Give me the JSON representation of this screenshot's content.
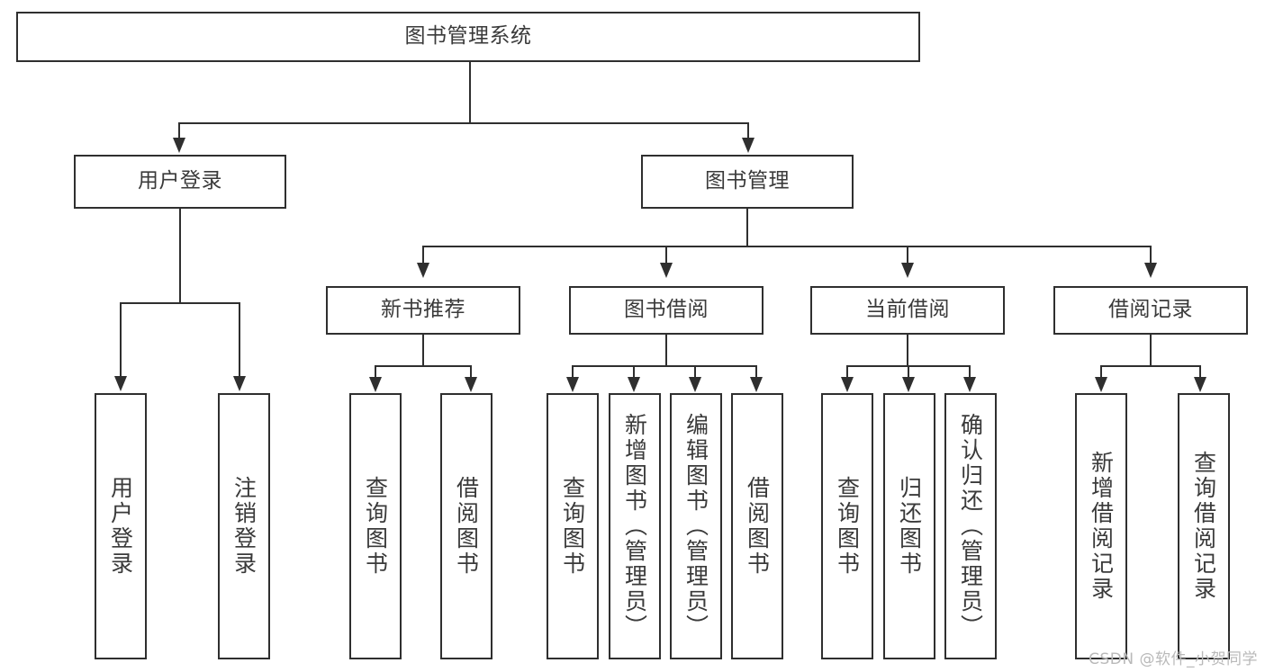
{
  "diagram": {
    "title": "图书管理系统",
    "type": "tree",
    "root": {
      "label": "图书管理系统"
    },
    "level1": [
      {
        "label": "用户登录"
      },
      {
        "label": "图书管理"
      }
    ],
    "level2": [
      {
        "label": "新书推荐"
      },
      {
        "label": "图书借阅"
      },
      {
        "label": "当前借阅"
      },
      {
        "label": "借阅记录"
      }
    ],
    "leaves": {
      "user_login": [
        {
          "label": "用户登录"
        },
        {
          "label": "注销登录"
        }
      ],
      "new_book_recommend": [
        {
          "label": "查询图书"
        },
        {
          "label": "借阅图书"
        }
      ],
      "book_borrow": [
        {
          "label": "查询图书"
        },
        {
          "label": "新增图书（管理员）"
        },
        {
          "label": "编辑图书（管理员）"
        },
        {
          "label": "借阅图书"
        }
      ],
      "current_borrow": [
        {
          "label": "查询图书"
        },
        {
          "label": "归还图书"
        },
        {
          "label": "确认归还（管理员）"
        }
      ],
      "borrow_record": [
        {
          "label": "新增借阅记录"
        },
        {
          "label": "查询借阅记录"
        }
      ]
    }
  },
  "watermark": {
    "text": "CSDN @软件_小贺同学"
  },
  "colors": {
    "line": "#2f2f2f",
    "box_border": "#2f2f2f",
    "box_fill": "#ffffff",
    "text": "#3a3a3a",
    "watermark": "#b9b9b9"
  }
}
